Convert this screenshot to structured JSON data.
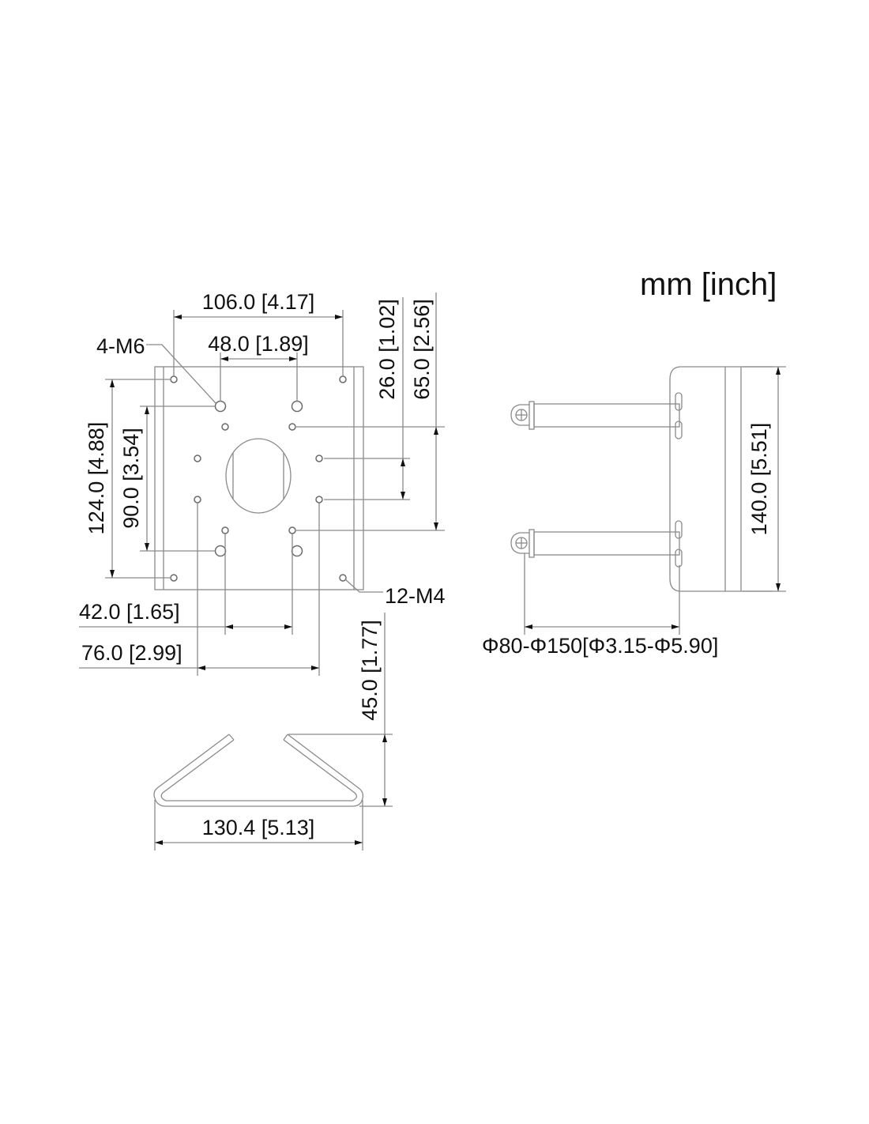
{
  "units_label": "mm [inch]",
  "front_view": {
    "width_outer": "106.0 [4.17]",
    "width_inner": "48.0 [1.89]",
    "height_outer": "124.0 [4.88]",
    "height_inner": "90.0 [3.54]",
    "spacing_small": "26.0 [1.02]",
    "spacing_large": "65.0 [2.56]",
    "large_holes": "4-M6",
    "small_holes": "12-M4",
    "hole_spacing_a": "42.0 [1.65]",
    "hole_spacing_b": "76.0 [2.99]"
  },
  "strap_view": {
    "height": "45.0 [1.77]",
    "width": "130.4 [5.13]"
  },
  "side_view": {
    "height": "140.0 [5.51]",
    "pole_diameter": "Φ80-Φ150[Φ3.15-Φ5.90]"
  }
}
